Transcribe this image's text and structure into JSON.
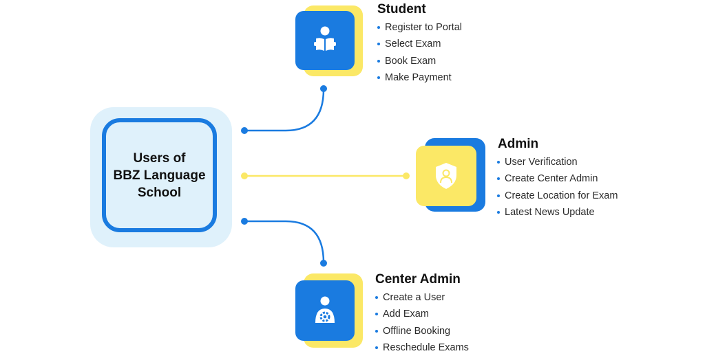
{
  "hub": {
    "title_lines": [
      "Users of",
      "BBZ Language",
      "School"
    ]
  },
  "roles": [
    {
      "title": "Student",
      "icon": "student-reading-book-icon",
      "items": [
        "Register to Portal",
        "Select Exam",
        "Book Exam",
        "Make Payment"
      ]
    },
    {
      "title": "Admin",
      "icon": "user-shield-icon",
      "items": [
        "User Verification",
        "Create Center Admin",
        "Create Location for Exam",
        "Latest News Update"
      ]
    },
    {
      "title": "Center Admin",
      "icon": "user-gear-icon",
      "items": [
        "Create a User",
        "Add Exam",
        "Offline Booking",
        "Reschedule Exams"
      ]
    }
  ],
  "colors": {
    "blue": "#1a7be0",
    "yellow": "#fbe866",
    "hub_fill": "#dff1fb"
  }
}
